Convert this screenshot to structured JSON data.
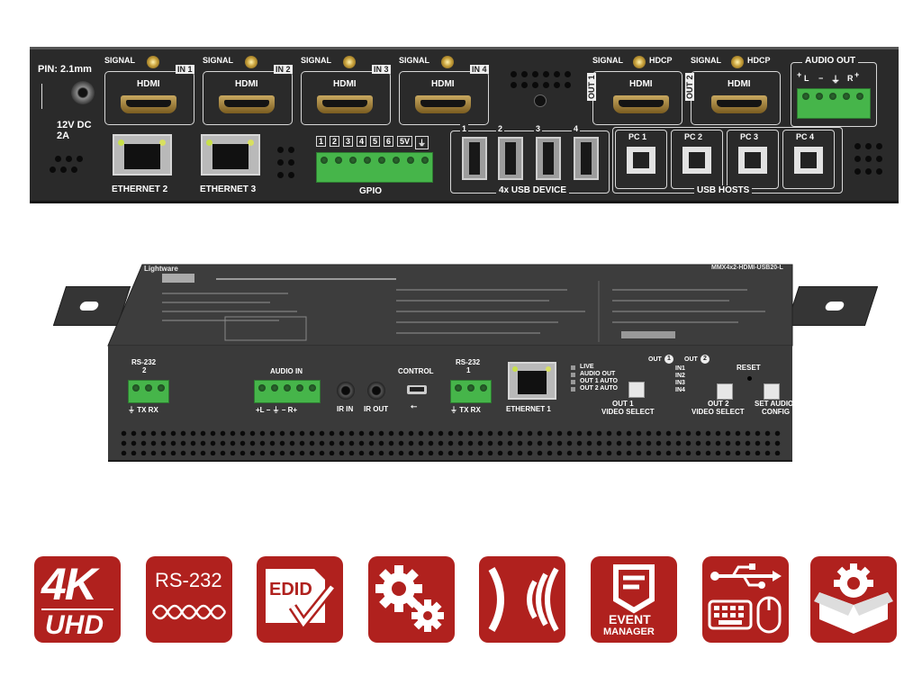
{
  "rear_panel": {
    "pin_label": "PIN: 2.1mm",
    "power_label": "12V DC",
    "power_current": "2A",
    "signal_label": "SIGNAL",
    "hdmi_label": "HDMI",
    "hdcp_label": "HDCP",
    "inputs": [
      "IN 1",
      "IN 2",
      "IN 3",
      "IN 4"
    ],
    "outputs": [
      "OUT 1",
      "OUT 2"
    ],
    "audio_out_label": "AUDIO OUT",
    "audio_out_pins": [
      "+",
      "L",
      "−",
      "⏚",
      "+",
      "R"
    ],
    "ethernet_ports": [
      "ETHERNET 2",
      "ETHERNET 3"
    ],
    "gpio_pins": [
      "1",
      "2",
      "3",
      "4",
      "5",
      "6",
      "5V",
      "⏚"
    ],
    "gpio_label": "GPIO",
    "usb_device_numbers": [
      "1",
      "2",
      "3",
      "4"
    ],
    "usb_device_label": "4x USB DEVICE",
    "usb_hosts": [
      "PC 1",
      "PC 2",
      "PC 3",
      "PC 4"
    ],
    "usb_hosts_label": "USB HOSTS"
  },
  "front_panel": {
    "top_label": "Lightware",
    "model": "MMX4x2-HDMI-USB20-L",
    "rs232_2": [
      "RS-232",
      "2"
    ],
    "rs232_2_pins": "⏚ TX RX",
    "audio_in_label": "AUDIO IN",
    "audio_in_pins": "+L − ⏚ − R+",
    "ir_in": "IR IN",
    "ir_out": "IR OUT",
    "control_label": "CONTROL",
    "rs232_1": [
      "RS-232",
      "1"
    ],
    "rs232_1_pins": "⏚ TX RX",
    "ethernet_1": "ETHERNET 1",
    "leds": [
      "LIVE",
      "AUDIO OUT",
      "OUT 1 AUTO",
      "OUT 2 AUTO"
    ],
    "out1_select": [
      "OUT 1",
      "VIDEO SELECT"
    ],
    "out_headers": [
      "OUT",
      "1",
      "OUT",
      "2"
    ],
    "in_leds": [
      "IN1",
      "IN2",
      "IN3",
      "IN4"
    ],
    "reset_label": "RESET",
    "out2_select": [
      "OUT 2",
      "VIDEO SELECT"
    ],
    "set_audio": [
      "SET AUDIO",
      "CONFIG"
    ]
  },
  "features": {
    "uhd_4k": [
      "4K",
      "UHD"
    ],
    "rs232": "RS-232",
    "edid": "EDID",
    "event_manager": [
      "EVENT",
      "MANAGER"
    ]
  },
  "icon_names": [
    "4k-uhd-icon",
    "rs232-icon",
    "edid-icon",
    "gears-icon",
    "ir-icon",
    "event-manager-icon",
    "usb-keyboard-mouse-icon",
    "package-gear-icon"
  ],
  "colors": {
    "feature_red": "#b0211e",
    "terminal_green": "#46b54a",
    "panel_dark": "#2a2a2a"
  }
}
